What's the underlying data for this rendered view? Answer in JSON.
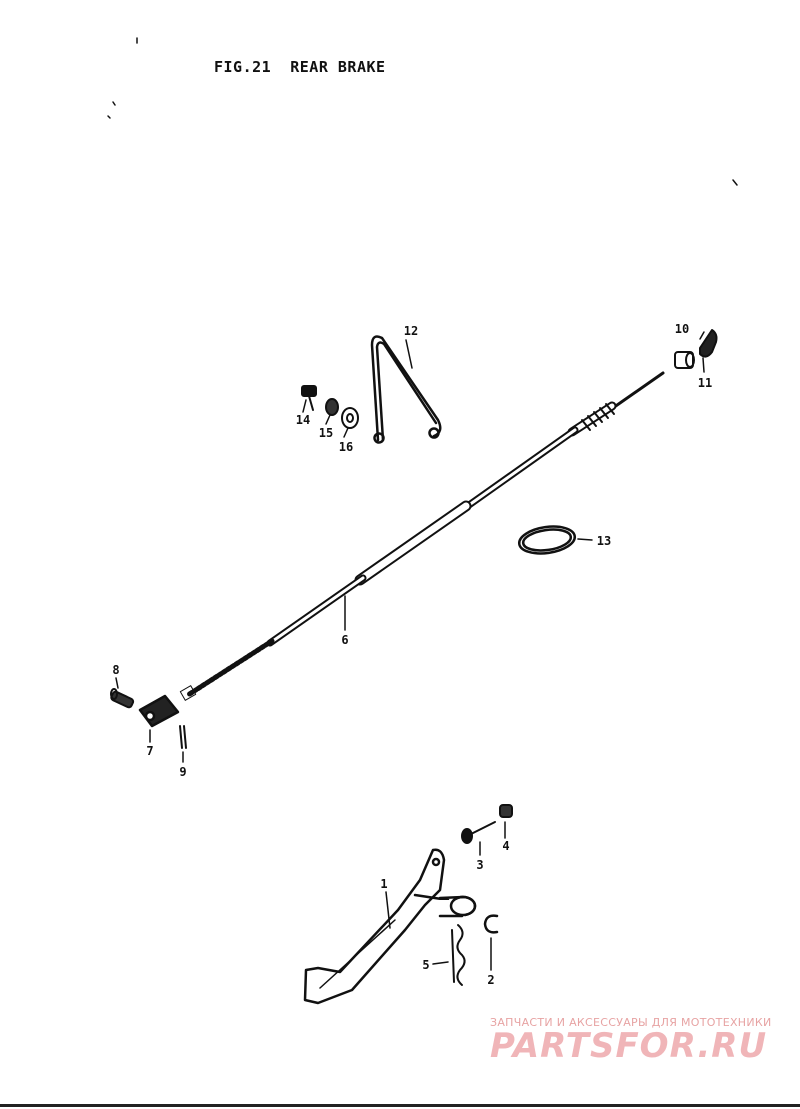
{
  "figure": {
    "number": "FIG.21",
    "title": "REAR BRAKE"
  },
  "labels": {
    "p1": "1",
    "p2": "2",
    "p3": "3",
    "p4": "4",
    "p5": "5",
    "p6": "6",
    "p7": "7",
    "p8": "8",
    "p9": "9",
    "p10": "10",
    "p11": "11",
    "p12": "12",
    "p13": "13",
    "p14": "14",
    "p15": "15",
    "p16": "16"
  },
  "watermark": {
    "caption": "ЗАПЧАСТИ И АКСЕССУАРЫ ДЛЯ МОТОТЕХНИКИ",
    "logo": "PARTSFOR.RU",
    "color": "#f0b5b8"
  }
}
